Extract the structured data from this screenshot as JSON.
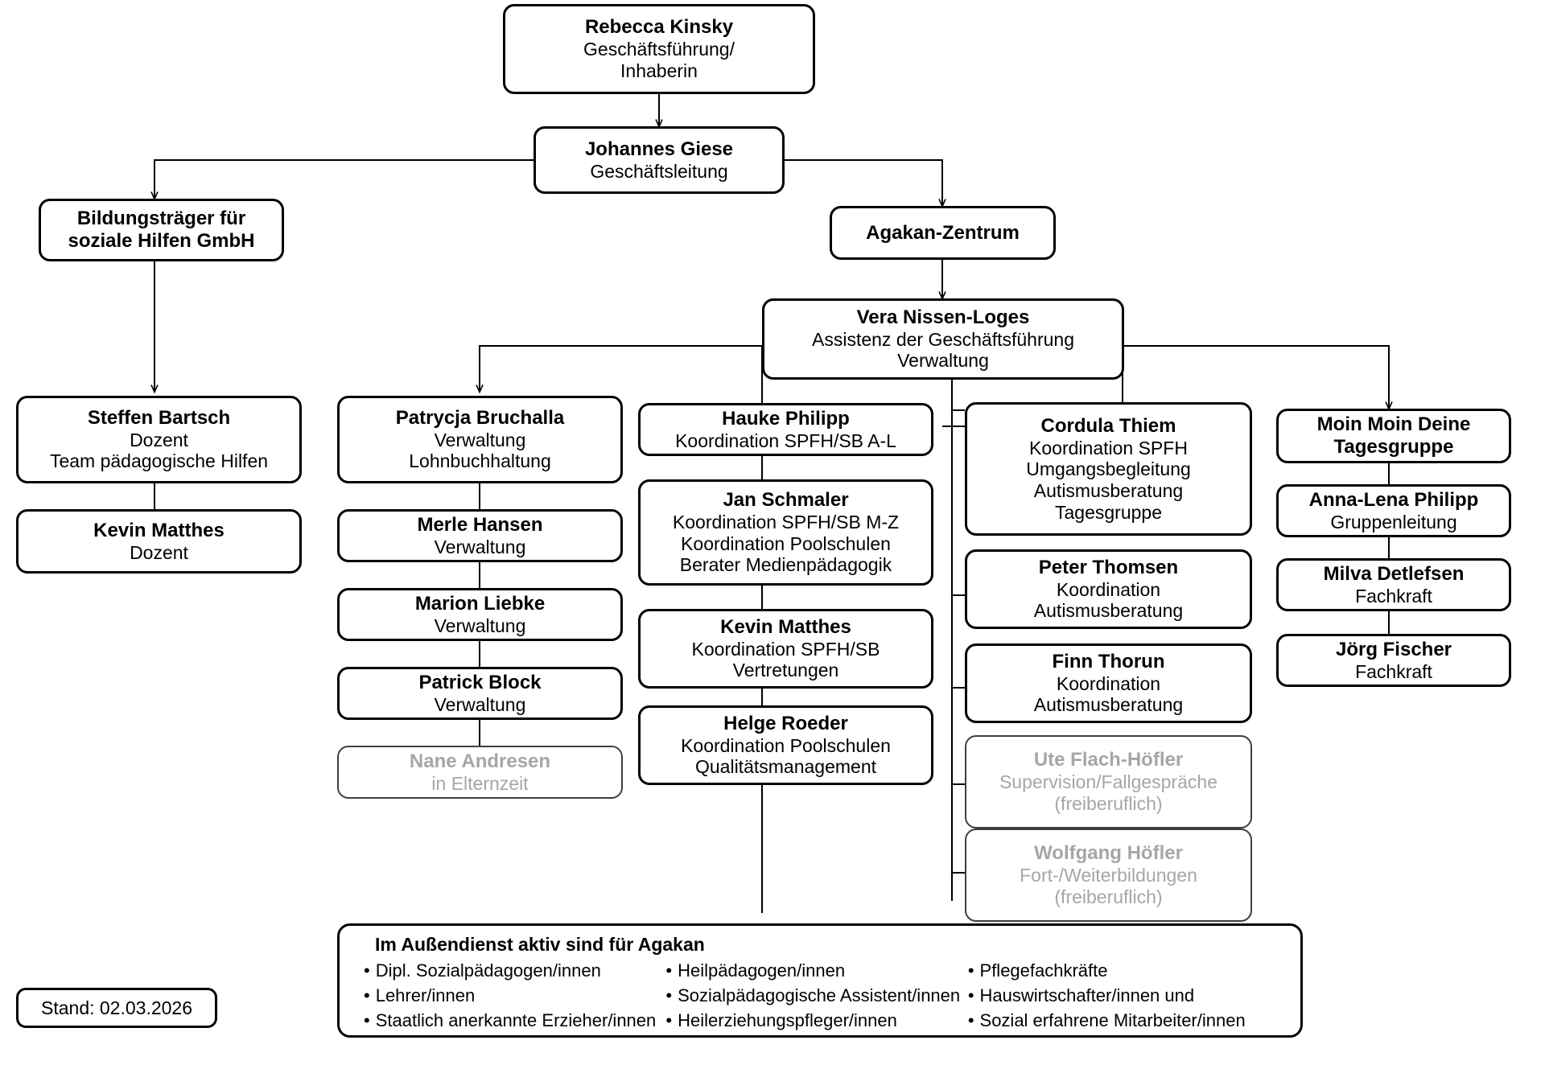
{
  "document": {
    "type": "organizational-chart",
    "language": "de"
  },
  "nodes": {
    "kinsky": {
      "name": "Rebecca Kinsky",
      "roles": [
        "Geschäftsführung/",
        "Inhaberin"
      ]
    },
    "giese": {
      "name": "Johannes Giese",
      "roles": [
        "Geschäftsleitung"
      ]
    },
    "bildungstraeger": {
      "name": "Bildungsträger für soziale Hilfen GmbH",
      "roles": []
    },
    "agakan": {
      "name": "Agakan-Zentrum",
      "roles": []
    },
    "nissen": {
      "name": "Vera Nissen-Loges",
      "roles": [
        "Assistenz der Geschäftsführung",
        "Verwaltung"
      ]
    },
    "bartsch": {
      "name": "Steffen Bartsch",
      "roles": [
        "Dozent",
        "Team pädagogische Hilfen"
      ]
    },
    "matthes_doz": {
      "name": "Kevin Matthes",
      "roles": [
        "Dozent"
      ]
    },
    "bruchalla": {
      "name": "Patrycja Bruchalla",
      "roles": [
        "Verwaltung",
        "Lohnbuchhaltung"
      ]
    },
    "hansen": {
      "name": "Merle Hansen",
      "roles": [
        "Verwaltung"
      ]
    },
    "liebke": {
      "name": "Marion Liebke",
      "roles": [
        "Verwaltung"
      ]
    },
    "block": {
      "name": "Patrick Block",
      "roles": [
        "Verwaltung"
      ]
    },
    "andresen": {
      "name": "Nane Andresen",
      "roles": [
        "in Elternzeit"
      ],
      "muted": true
    },
    "philipp_h": {
      "name": "Hauke Philipp",
      "roles": [
        "Koordination SPFH/SB A-L"
      ]
    },
    "schmaler": {
      "name": "Jan Schmaler",
      "roles": [
        "Koordination SPFH/SB M-Z",
        "Koordination Poolschulen",
        "Berater Medienpädagogik"
      ]
    },
    "matthes_k": {
      "name": "Kevin Matthes",
      "roles": [
        "Koordination SPFH/SB",
        "Vertretungen"
      ]
    },
    "roeder": {
      "name": "Helge Roeder",
      "roles": [
        "Koordination Poolschulen",
        "Qualitätsmanagement"
      ]
    },
    "thiem": {
      "name": "Cordula Thiem",
      "roles": [
        "Koordination SPFH",
        "Umgangsbegleitung",
        "Autismusberatung",
        "Tagesgruppe"
      ]
    },
    "thomsen": {
      "name": "Peter Thomsen",
      "roles": [
        "Koordination",
        "Autismusberatung"
      ]
    },
    "thorun": {
      "name": "Finn Thorun",
      "roles": [
        "Koordination",
        "Autismusberatung"
      ]
    },
    "flach": {
      "name": "Ute Flach-Höfler",
      "roles": [
        "Supervision/Fallgespräche",
        "(freiberuflich)"
      ],
      "muted": true
    },
    "hoefler": {
      "name": "Wolfgang Höfler",
      "roles": [
        "Fort-/Weiterbildungen",
        "(freiberuflich)"
      ],
      "muted": true
    },
    "tagesgruppe": {
      "name": "Moin Moin Deine Tagesgruppe",
      "roles": []
    },
    "philipp_a": {
      "name": "Anna-Lena Philipp",
      "roles": [
        "Gruppenleitung"
      ]
    },
    "detlefsen": {
      "name": "Milva Detlefsen",
      "roles": [
        "Fachkraft"
      ]
    },
    "fischer": {
      "name": "Jörg Fischer",
      "roles": [
        "Fachkraft"
      ]
    }
  },
  "aussendienst": {
    "title": "Im Außendienst aktiv sind für Agakan",
    "column1": [
      "Dipl. Sozialpädagogen/innen",
      "Lehrer/innen",
      "Staatlich anerkannte Erzieher/innen"
    ],
    "column2": [
      "Heilpädagogen/innen",
      "Sozialpädagogische Assistent/innen",
      "Heilerziehungspfleger/innen"
    ],
    "column3": [
      "Pflegefachkräfte",
      "Hauswirtschafter/innen und",
      "Sozial erfahrene Mitarbeiter/innen"
    ]
  },
  "footer": {
    "stand": "Stand: 02.03.2026"
  },
  "colors": {
    "border": "#000000",
    "background": "#ffffff",
    "text": "#000000",
    "muted_text": "#a6a6a6",
    "muted_border": "#3f3f3f"
  }
}
